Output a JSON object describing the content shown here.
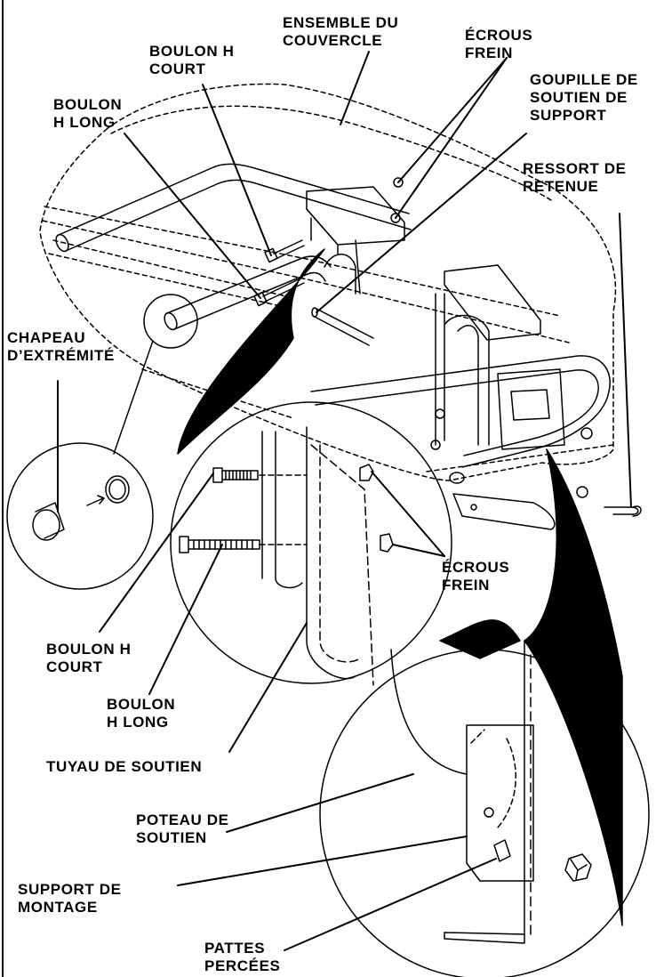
{
  "labels": {
    "cover_assembly": "ENSEMBLE DU\nCOUVERCLE",
    "lock_nuts_top": "ÉCROUS\nFREIN",
    "short_bolt_top": "BOULON H\nCOURT",
    "long_bolt_top": "BOULON\nH LONG",
    "support_pin": "GOUPILLE DE\nSOUTIEN DE\nSUPPORT",
    "retaining_spring": "RESSORT DE\nRETENUE",
    "end_cap": "CHAPEAU\nD’EXTRÉMITÉ",
    "lock_nuts_detail": "ÉCROUS\nFREIN",
    "short_bolt_detail": "BOULON H\nCOURT",
    "long_bolt_detail": "BOULON\nH LONG",
    "support_tube": "TUYAU DE SOUTIEN",
    "support_post": "POTEAU DE\nSOUTIEN",
    "mounting_bracket": "SUPPORT DE\nMONTAGE",
    "drilled_tabs": "PATTES\nPERCÉES"
  },
  "colors": {
    "ink": "#000000",
    "paper": "#ffffff"
  }
}
